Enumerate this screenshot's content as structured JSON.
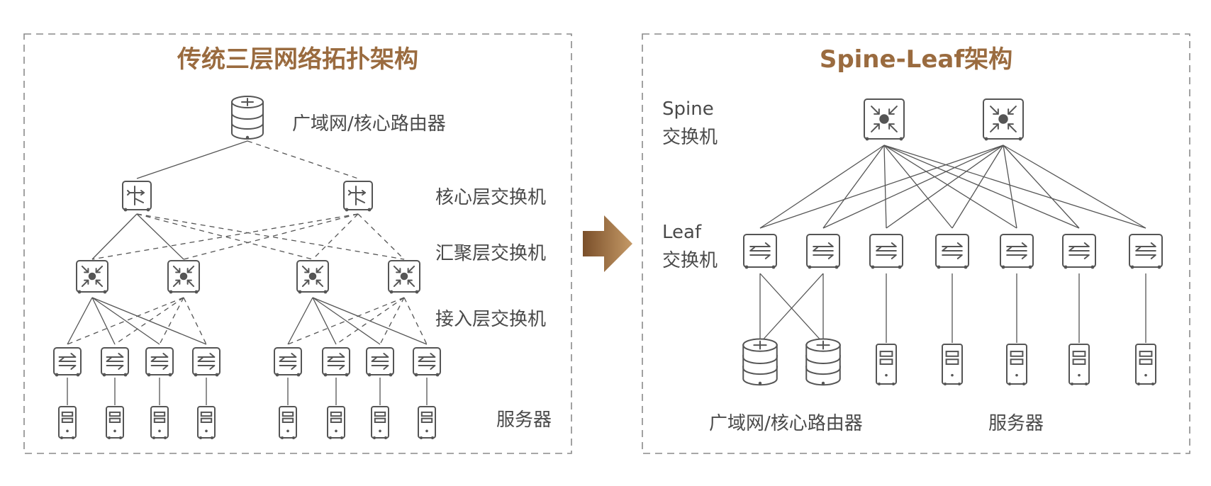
{
  "left_panel": {
    "title": "传统三层网络拓扑架构",
    "labels": {
      "core_router": "广域网/核心路由器",
      "core_switch": "核心层交换机",
      "aggregation_switch": "汇聚层交换机",
      "access_switch": "接入层交换机",
      "servers": "服务器"
    }
  },
  "right_panel": {
    "title": "Spine-Leaf架构",
    "labels": {
      "spine_line1": "Spine",
      "spine_line2": "交换机",
      "leaf_line1": "Leaf",
      "leaf_line2": "交换机",
      "core_router": "广域网/核心路由器",
      "servers": "服务器"
    }
  },
  "colors": {
    "title": "#9a6b3f",
    "arrow_start": "#7a4f2a",
    "arrow_end": "#c59a67",
    "stroke": "#555555",
    "frame": "#8a8a8a"
  },
  "icons": [
    "router-icon",
    "core-switch-icon",
    "aggregation-switch-icon",
    "access-switch-icon",
    "server-icon",
    "arrow-right-icon"
  ]
}
